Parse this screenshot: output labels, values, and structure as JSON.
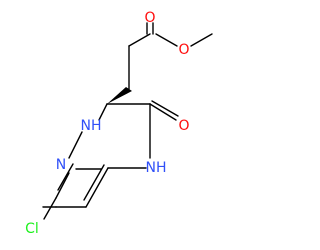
{
  "molecule": {
    "atoms": {
      "methoxy_o": {
        "label": "O",
        "color": "#ff0d0d"
      },
      "carbonyl_o_ester": {
        "label": "O",
        "color": "#ff0d0d"
      },
      "nh_upper": {
        "label": "NH",
        "color": "#3050f8"
      },
      "carbonyl_o_ring": {
        "label": "O",
        "color": "#ff0d0d"
      },
      "n_pyridine": {
        "label": "N",
        "color": "#3050f8"
      },
      "nh_lower": {
        "label": "NH",
        "color": "#3050f8"
      },
      "chlorine": {
        "label": "Cl",
        "color": "#1ff01f"
      }
    },
    "bond_color": "#000000",
    "stereo": {
      "type": "wedge",
      "from_atom": "C3",
      "to_atom": "CH2"
    }
  }
}
